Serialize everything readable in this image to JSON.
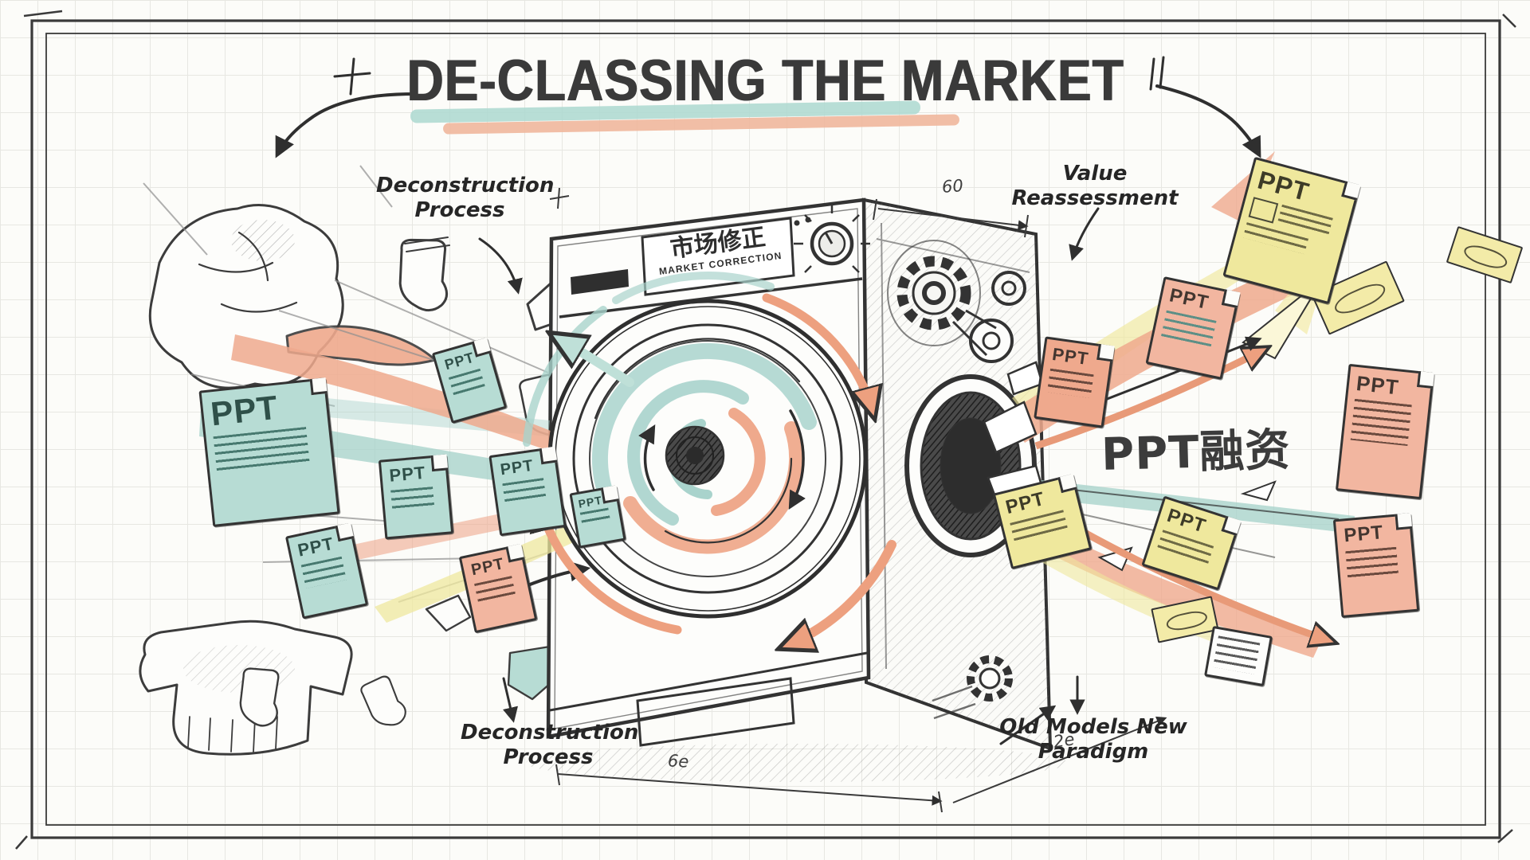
{
  "title": "DE-CLASSING THE MARKET",
  "annotations": {
    "deconstruction_top": "Deconstruction Process",
    "deconstruction_bottom": "Deconstruction Process",
    "value_reassessment": "Value Reassessment",
    "old_models": "Old Models New Paradigm"
  },
  "machine": {
    "panel_label_cn": "市场修正",
    "panel_label_en": "MARKET CORRECTION"
  },
  "output": {
    "headline": "PPT融资"
  },
  "documents": {
    "ppt_label": "PPT",
    "left_count": 7,
    "right_count": 7
  },
  "dimensions": {
    "top_right": "60",
    "bottom_left": "6e",
    "bottom_right": "2e"
  },
  "colors": {
    "ink": "#333333",
    "paper": "#fcfcf9",
    "grid": "#e7e7e2",
    "teal": "#a9d3cc",
    "salmon": "#eda07f",
    "yellow": "#efe89d",
    "pink": "#f2b6a0",
    "underline_teal": "#abd8d0",
    "underline_salmon": "#f0b79c"
  }
}
